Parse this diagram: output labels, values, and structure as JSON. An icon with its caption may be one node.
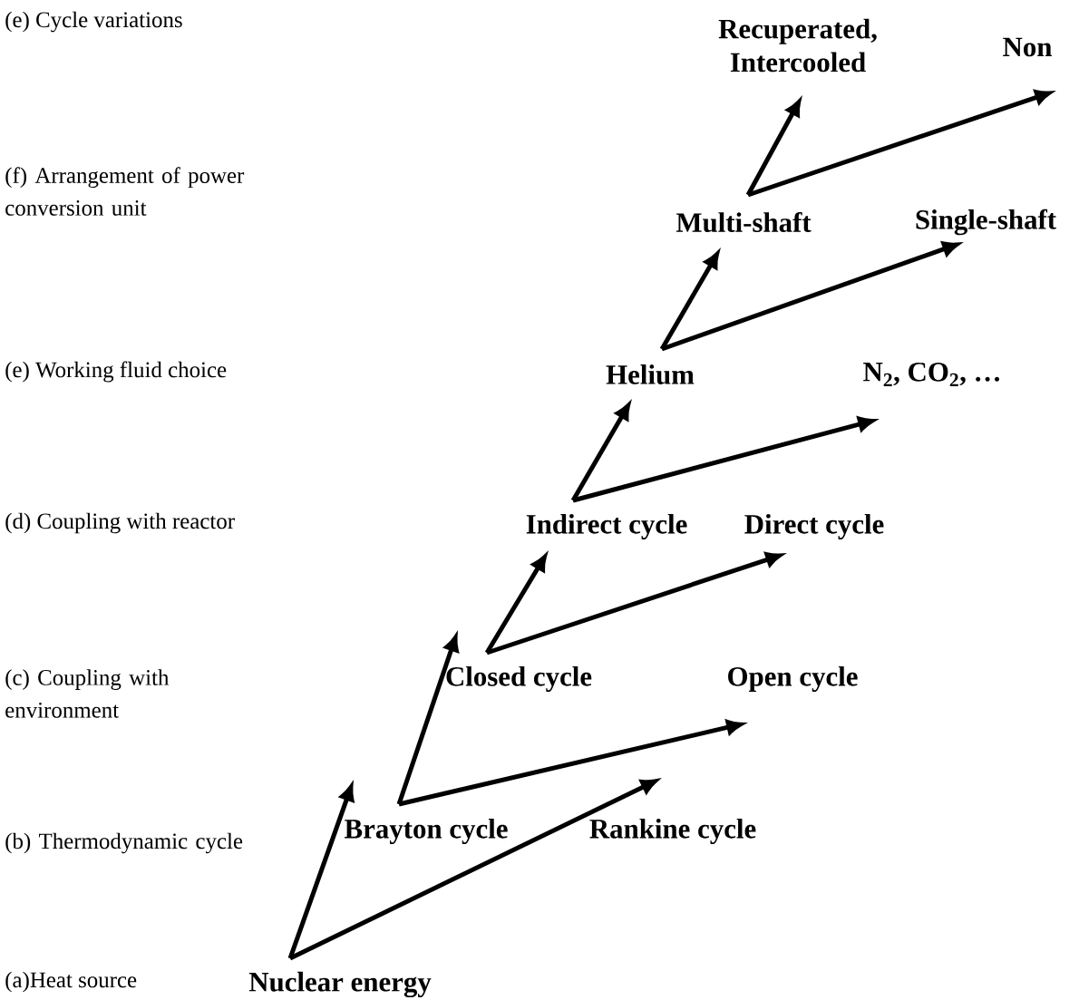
{
  "diagram": {
    "nodes": [
      {
        "text": [
          "Nuclear energy"
        ]
      },
      {
        "text": [
          "Brayton cycle"
        ]
      },
      {
        "text": [
          "Rankine cycle"
        ]
      },
      {
        "text": [
          "Closed cycle"
        ]
      },
      {
        "text": [
          "Open cycle"
        ]
      },
      {
        "text": [
          "Indirect cycle"
        ]
      },
      {
        "text": [
          "Direct cycle"
        ]
      },
      {
        "text": [
          "Helium"
        ]
      },
      {
        "text": [
          "N$_{2}$, CO$_{2}$, …"
        ]
      },
      {
        "text": [
          "Multi-shaft"
        ]
      },
      {
        "text": [
          "Single-shaft"
        ]
      },
      {
        "text": [
          "Recuperated, Intercooled"
        ]
      },
      {
        "text": [
          "Non"
        ]
      }
    ],
    "edges": [
      {
        "from": 0,
        "to": 1,
        "arrow": "to"
      },
      {
        "from": 0,
        "to": 2,
        "arrow": "to"
      },
      {
        "from": 1,
        "to": 3,
        "arrow": "to"
      },
      {
        "from": 1,
        "to": 4,
        "arrow": "to"
      },
      {
        "from": 3,
        "to": 5,
        "arrow": "to"
      },
      {
        "from": 3,
        "to": 6,
        "arrow": "to"
      },
      {
        "from": 5,
        "to": 7,
        "arrow": "to"
      },
      {
        "from": 5,
        "to": 8,
        "arrow": "to"
      },
      {
        "from": 7,
        "to": 9,
        "arrow": "to"
      },
      {
        "from": 7,
        "to": 10,
        "arrow": "to"
      },
      {
        "from": 9,
        "to": 11,
        "arrow": "to"
      },
      {
        "from": 9,
        "to": 12,
        "arrow": "to"
      }
    ],
    "labels": [
      "(e) Cycle variations",
      "(f) Arrangement of power conversion unit",
      "(e) Working fluid choice",
      "(d) Coupling with reactor",
      "(c) Coupling with environment",
      "(b) Thermodynamic cycle",
      "(a)Heat source"
    ]
  }
}
